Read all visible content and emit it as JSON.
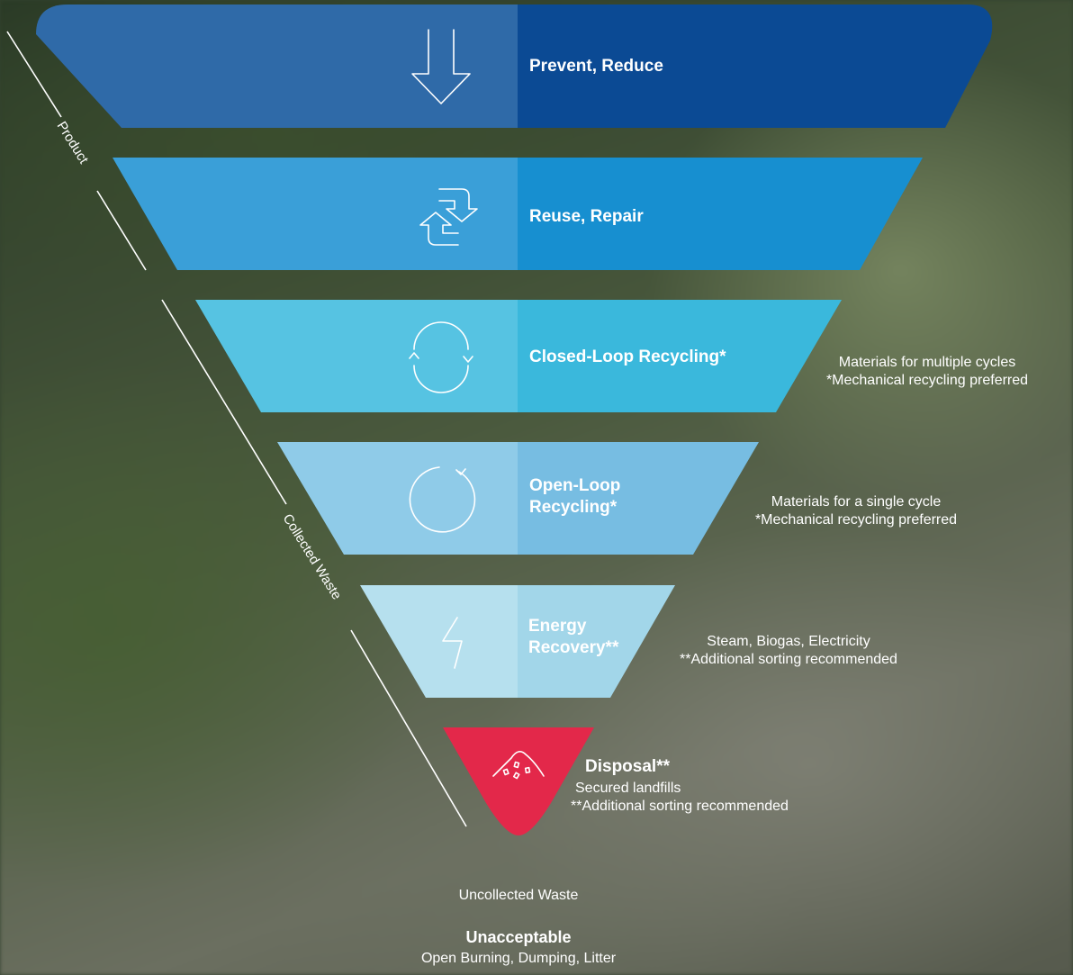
{
  "side_labels": {
    "product": "Product",
    "collected_waste": "Collected Waste"
  },
  "tiers": [
    {
      "label": "Prevent, Reduce",
      "icon": "down-arrow-icon",
      "colors": {
        "left": "#2f6aa8",
        "right": "#0b4a94"
      }
    },
    {
      "label": "Reuse, Repair",
      "icon": "refresh-arrows-icon",
      "colors": {
        "left": "#3a9fd8",
        "right": "#178fd0"
      }
    },
    {
      "label": "Closed-Loop Recycling*",
      "icon": "circular-loop-icon",
      "note_lines": [
        "Materials for multiple cycles",
        "*Mechanical recycling preferred"
      ],
      "colors": {
        "left": "#56c3e2",
        "right": "#3ab8dc"
      }
    },
    {
      "label_lines": [
        "Open-Loop",
        "Recycling*"
      ],
      "icon": "open-loop-icon",
      "note_lines": [
        "Materials for a single cycle",
        "*Mechanical recycling preferred"
      ],
      "colors": {
        "left": "#8fcbe8",
        "right": "#77bde2"
      }
    },
    {
      "label_lines": [
        "Energy",
        "Recovery**"
      ],
      "icon": "lightning-icon",
      "note_lines": [
        "Steam, Biogas, Electricity",
        "**Additional sorting recommended"
      ],
      "colors": {
        "left": "#b6e0ee",
        "right": "#a2d6e9"
      }
    },
    {
      "label": "Disposal**",
      "icon": "landfill-icon",
      "note_lines": [
        "Secured landfills",
        "**Additional sorting recommended"
      ],
      "colors": {
        "fill": "#e3284a"
      }
    }
  ],
  "uncollected_label": "Uncollected Waste",
  "unacceptable": {
    "title": "Unacceptable",
    "subtitle": "Open Burning, Dumping, Litter"
  }
}
